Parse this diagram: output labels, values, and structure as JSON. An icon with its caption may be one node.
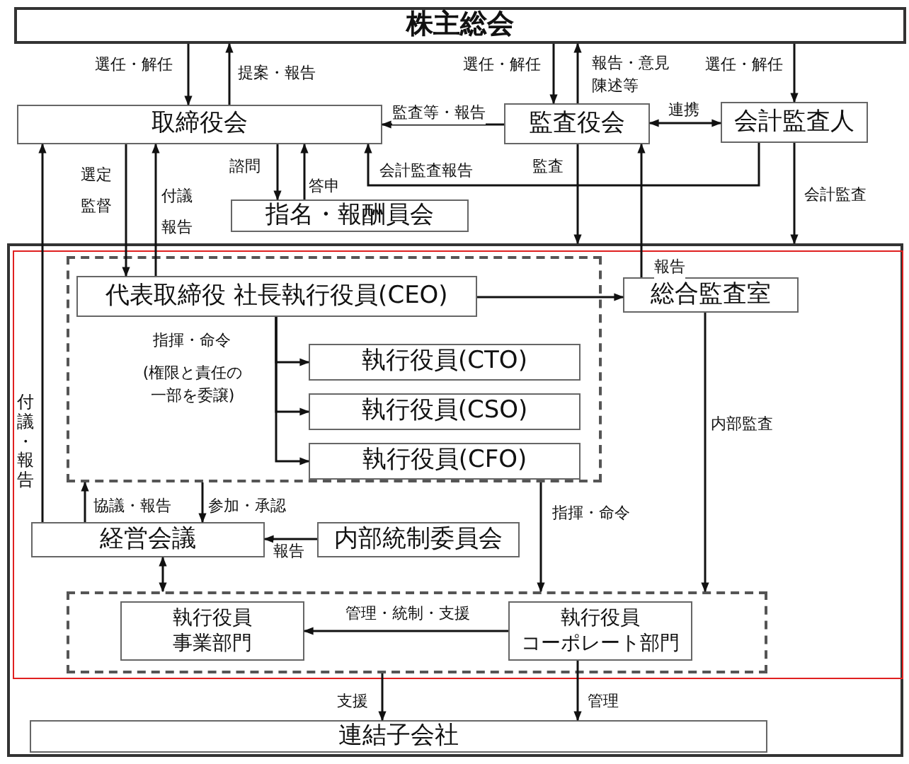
{
  "diagram": {
    "nodes": [
      {
        "text": [
          "株主総会"
        ]
      },
      {
        "text": [
          "取締役会"
        ]
      },
      {
        "text": [
          "監査役会"
        ]
      },
      {
        "text": [
          "会計監査人"
        ]
      },
      {
        "text": [
          "指名・報酬員会"
        ]
      },
      {
        "text": [],
        "shape": "box"
      },
      {
        "text": [],
        "shape": "box",
        "in": 5
      },
      {
        "text": [],
        "shape": "box",
        "in": 6
      },
      {
        "text": [
          "代表取締役 社長執行役員(CEO)"
        ],
        "in": 7
      },
      {
        "text": [
          "総合監査室"
        ],
        "in": 6
      },
      {
        "text": [
          "執行役員(CTO)"
        ],
        "in": 7
      },
      {
        "text": [
          "執行役員(CSO)"
        ],
        "in": 7
      },
      {
        "text": [
          "執行役員(CFO)"
        ],
        "in": 7
      },
      {
        "text": [
          "経営会議"
        ],
        "in": 6
      },
      {
        "text": [
          "内部統制委員会"
        ],
        "in": 6
      },
      {
        "text": [],
        "shape": "box",
        "in": 6
      },
      {
        "text": [
          "執行役員",
          "事業部門"
        ],
        "in": 15
      },
      {
        "text": [
          "執行役員",
          "コーポレート部門"
        ],
        "in": 15
      },
      {
        "text": [
          "連結子会社"
        ],
        "in": 5
      }
    ],
    "edges": [
      {
        "from": 0,
        "to": 1,
        "arrow": "to",
        "label": "選任・解任"
      },
      {
        "from": 1,
        "to": 0,
        "arrow": "to",
        "label": "提案・報告"
      },
      {
        "from": 0,
        "to": 2,
        "arrow": "to",
        "label": "選任・解任"
      },
      {
        "from": 2,
        "to": 0,
        "arrow": "to",
        "label": "報告・意見陳述等"
      },
      {
        "from": 0,
        "to": 3,
        "arrow": "to",
        "label": "選任・解任"
      },
      {
        "from": 2,
        "to": 1,
        "arrow": "to",
        "label": "監査等・報告"
      },
      {
        "from": 2,
        "to": 3,
        "arrow": "both",
        "label": "連携"
      },
      {
        "from": 3,
        "to": 1,
        "arrow": "to",
        "label": "会計監査報告"
      },
      {
        "from": 1,
        "to": 4,
        "arrow": "to",
        "label": "諮問"
      },
      {
        "from": 4,
        "to": 1,
        "arrow": "to",
        "label": "答申"
      },
      {
        "from": 1,
        "to": 8,
        "arrow": "to",
        "label": "選定監督"
      },
      {
        "from": 8,
        "to": 1,
        "arrow": "to",
        "label": "付議報告"
      },
      {
        "from": 2,
        "to": 5,
        "arrow": "to",
        "label": "監査"
      },
      {
        "from": 9,
        "to": 2,
        "arrow": "to",
        "label": "報告"
      },
      {
        "from": 3,
        "to": 5,
        "arrow": "to",
        "label": "会計監査"
      },
      {
        "from": 13,
        "to": 1,
        "arrow": "to",
        "label": "付議・報告"
      },
      {
        "from": 8,
        "to": 9,
        "arrow": "to"
      },
      {
        "from": 8,
        "to": 10,
        "arrow": "to",
        "label": "指揮・命令"
      },
      {
        "from": 8,
        "to": 11,
        "arrow": "to"
      },
      {
        "from": 8,
        "to": 12,
        "arrow": "to"
      },
      {
        "from": 13,
        "to": 7,
        "arrow": "to",
        "label": "協議・報告"
      },
      {
        "from": 7,
        "to": 13,
        "arrow": "to",
        "label": "参加・承認"
      },
      {
        "from": 14,
        "to": 13,
        "arrow": "to",
        "label": "報告"
      },
      {
        "from": 13,
        "to": 15,
        "arrow": "both"
      },
      {
        "from": 7,
        "to": 15,
        "arrow": "to",
        "label": "指揮・命令"
      },
      {
        "from": 9,
        "to": 15,
        "arrow": "to",
        "label": "内部監査"
      },
      {
        "from": 17,
        "to": 16,
        "arrow": "to",
        "label": "管理・統制・支援"
      },
      {
        "from": 15,
        "to": 18,
        "arrow": "to",
        "label": "支援"
      },
      {
        "from": 17,
        "to": 18,
        "arrow": "to",
        "label": "管理"
      }
    ],
    "labels": [
      "(権限と責任の一部を委譲)"
    ]
  }
}
